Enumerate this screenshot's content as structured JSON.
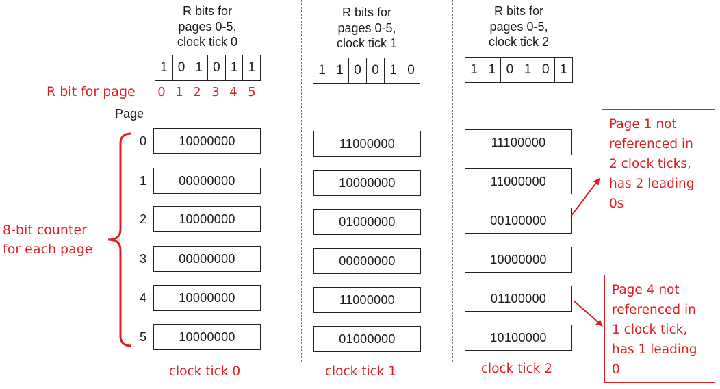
{
  "columns": [
    {
      "title_lines": [
        "R bits for",
        "pages 0-5,",
        "clock tick 0"
      ],
      "r_bits": [
        "1",
        "0",
        "1",
        "0",
        "1",
        "1"
      ],
      "counters": [
        "10000000",
        "00000000",
        "10000000",
        "00000000",
        "10000000",
        "10000000"
      ],
      "tick_label": "clock tick 0"
    },
    {
      "title_lines": [
        "R bits for",
        "pages 0-5,",
        "clock tick 1"
      ],
      "r_bits": [
        "1",
        "1",
        "0",
        "0",
        "1",
        "0"
      ],
      "counters": [
        "11000000",
        "10000000",
        "01000000",
        "00000000",
        "11000000",
        "01000000"
      ],
      "tick_label": "clock tick 1"
    },
    {
      "title_lines": [
        "R bits for",
        "pages 0-5,",
        "clock tick 2"
      ],
      "r_bits": [
        "1",
        "1",
        "0",
        "1",
        "0",
        "1"
      ],
      "counters": [
        "11100000",
        "11000000",
        "00100000",
        "10000000",
        "01100000",
        "10100000"
      ],
      "tick_label": "clock tick 2"
    }
  ],
  "r_bit_label": "R bit for page",
  "page_indices": [
    "0",
    "1",
    "2",
    "3",
    "4",
    "5"
  ],
  "page_header": "Page",
  "page_numbers": [
    "0",
    "1",
    "2",
    "3",
    "4",
    "5"
  ],
  "counter_label_lines": [
    "8-bit counter",
    "for each page"
  ],
  "callouts": [
    {
      "lines": [
        "Page 1 not",
        "referenced in",
        "2 clock ticks,",
        "has 2 leading",
        "0s"
      ]
    },
    {
      "lines": [
        "Page 4 not",
        "referenced in",
        "1 clock tick,",
        "has 1 leading",
        "0"
      ]
    }
  ],
  "colors": {
    "accent": "#e01e1e",
    "ink": "#1a1a1a",
    "divider": "#777777"
  }
}
